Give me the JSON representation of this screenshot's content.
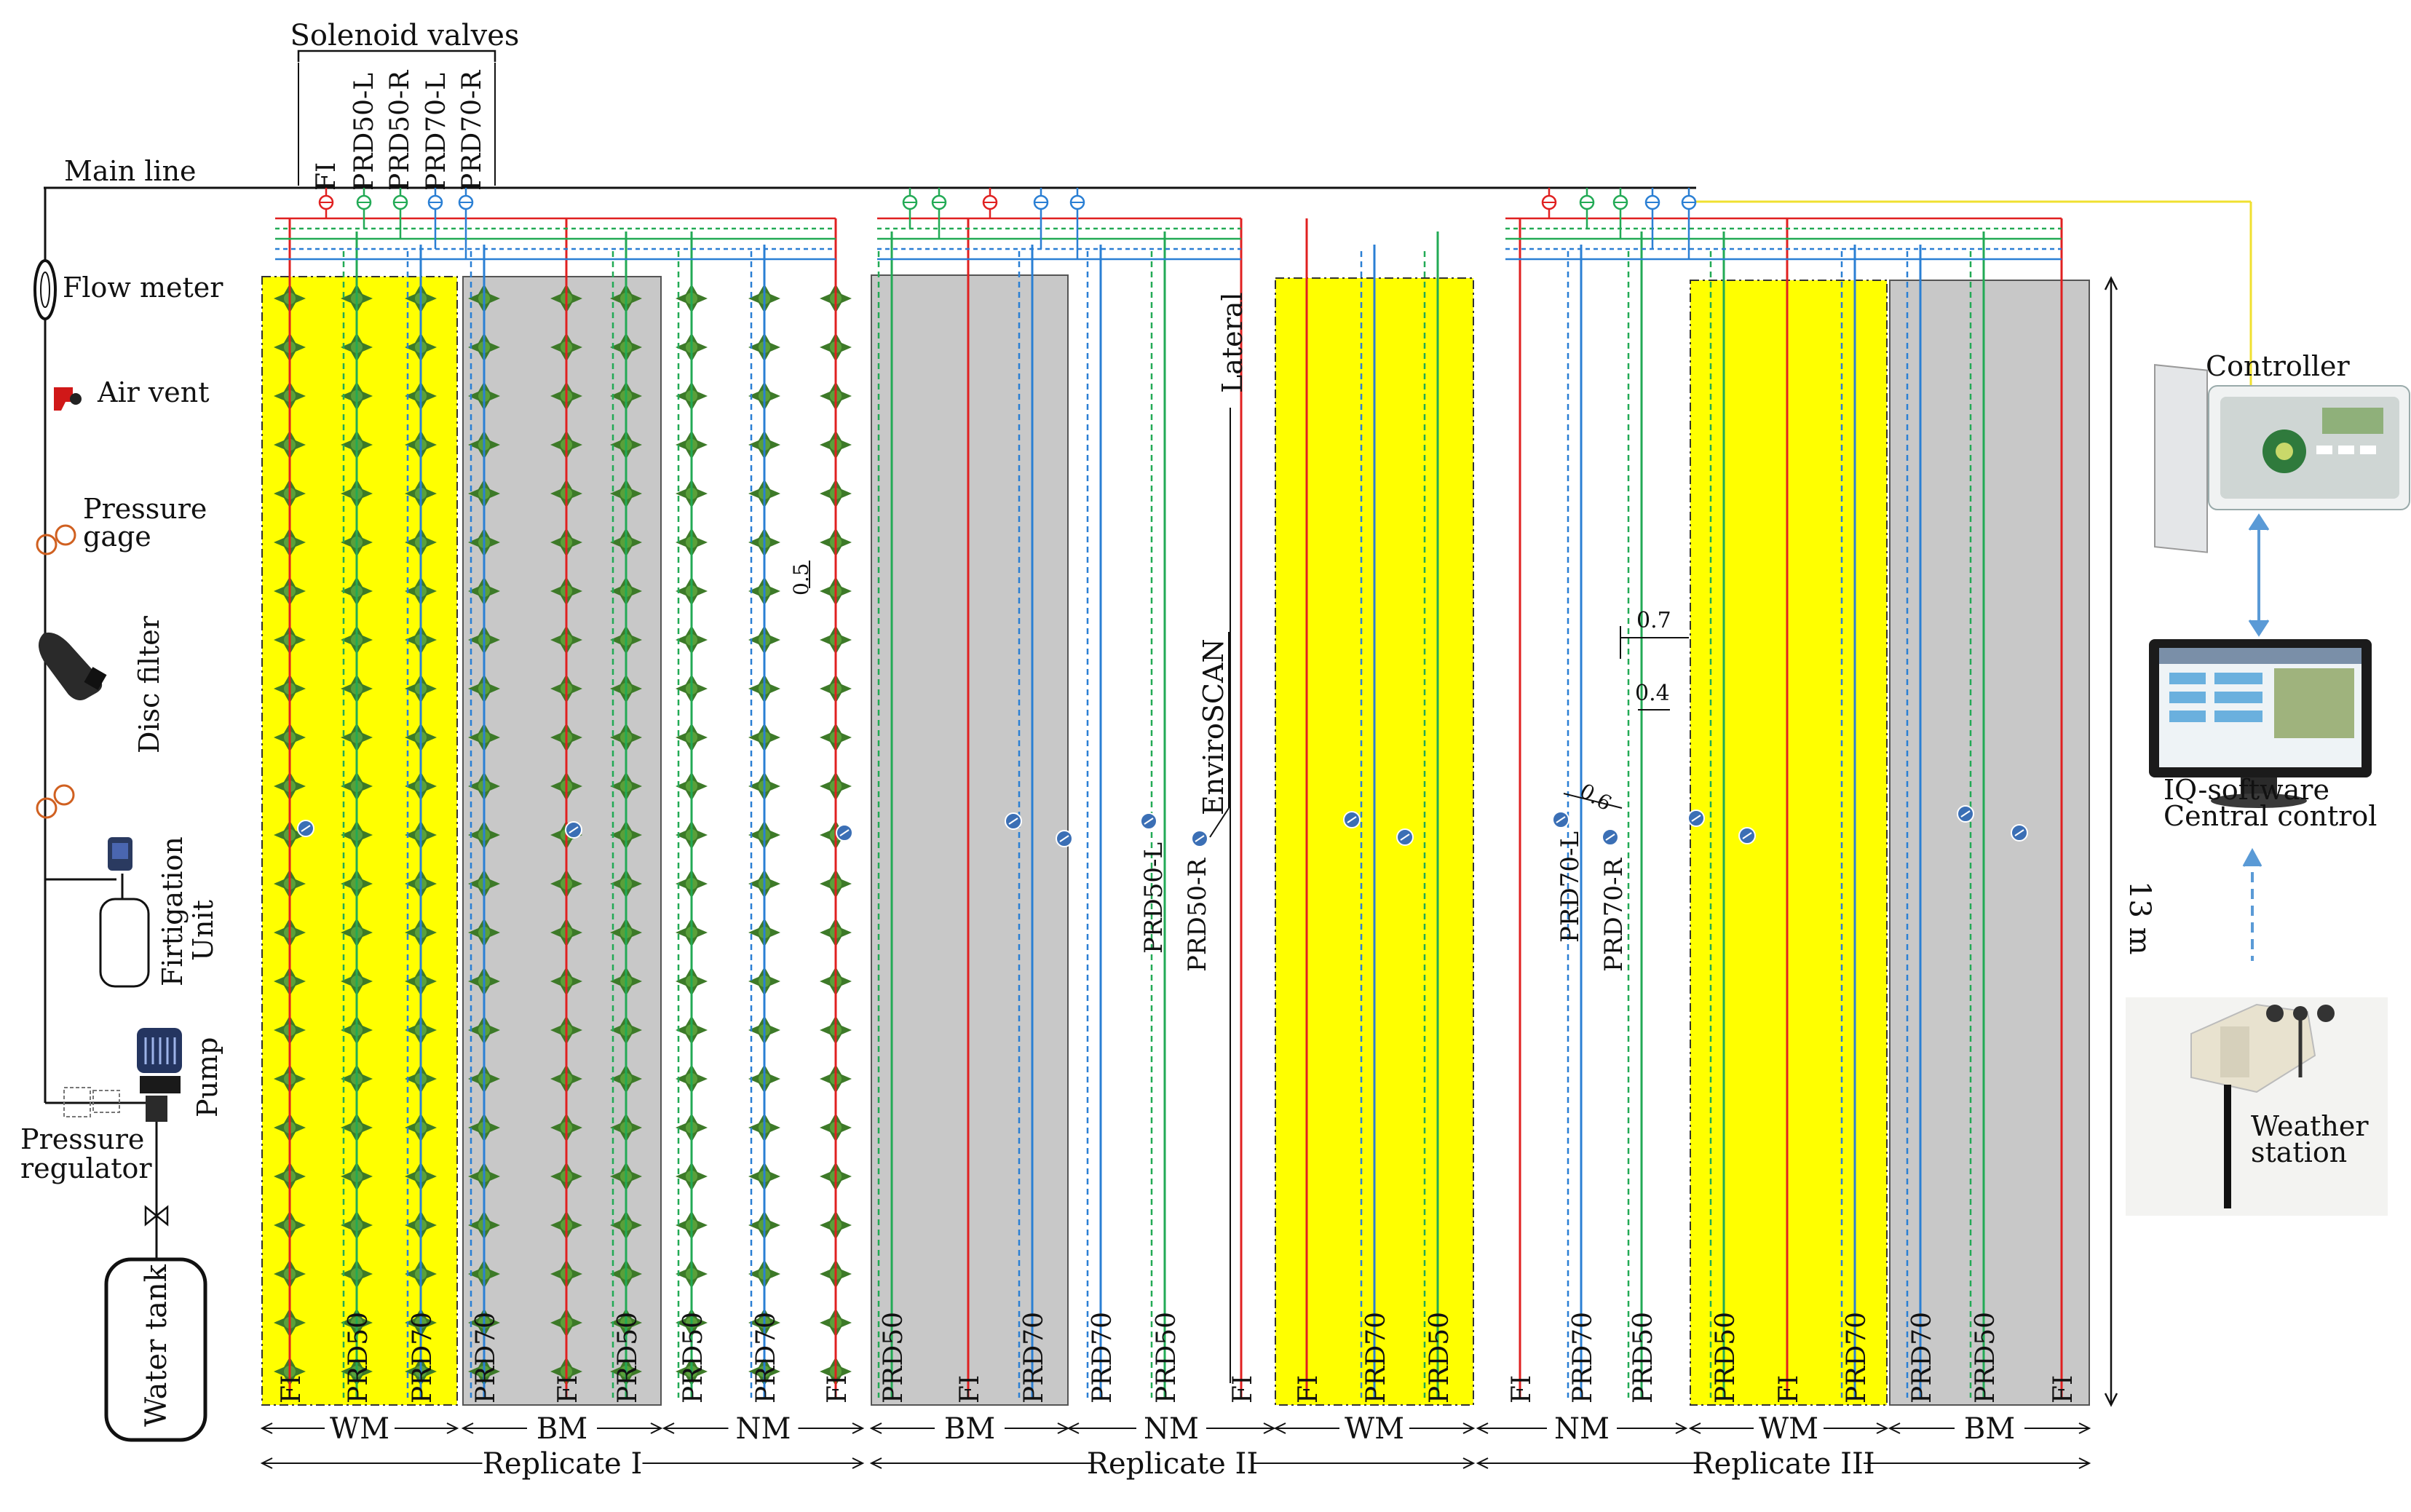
{
  "header": {
    "solenoid_title": "Solenoid valves",
    "valves": [
      "FI",
      "PRD50-L",
      "PRD50-R",
      "PRD70-L",
      "PRD70-R"
    ],
    "main_line": "Main line"
  },
  "left_components": {
    "flow_meter": "Flow meter",
    "air_vent": "Air vent",
    "pressure_gage_1": "Pressure",
    "pressure_gage_2": "gage",
    "disc_filter": "Disc filter",
    "fertigation_1": "Firtigation",
    "fertigation_2": "Unit",
    "pump": "Pump",
    "pressure_regulator_1": "Pressure",
    "pressure_regulator_2": "regulator",
    "water_tank": "Water tank"
  },
  "right_components": {
    "controller": "Controller",
    "software_1": "IQ-software",
    "software_2": "Central control",
    "weather_1": "Weather",
    "weather_2": "station"
  },
  "annotations": {
    "lateral": "Lateral",
    "enviroscan": "EnviroSCAN",
    "dim_05": "0.5",
    "dim_07": "0.7",
    "dim_04": "0.4",
    "dim_06": "0.6",
    "length": "13 m",
    "prd50l": "PRD50-L",
    "prd50r": "PRD50-R",
    "prd70l": "PRD70-L",
    "prd70r": "PRD70-R"
  },
  "plots": {
    "row_labels": [
      "FI",
      "PRD50",
      "PRD70",
      "PRD70",
      "FI",
      "PRD50",
      "PRD50",
      "PRD70",
      "FI",
      "PRD50",
      "FI",
      "PRD70",
      "PRD70",
      "PRD50",
      "FI",
      "FI",
      "PRD70",
      "PRD50",
      "FI",
      "PRD70",
      "PRD50",
      "PRD50",
      "FI",
      "PRD70",
      "PRD70",
      "PRD50",
      "FI"
    ],
    "mulch_labels": [
      "WM",
      "BM",
      "NM",
      "BM",
      "NM",
      "WM",
      "NM",
      "WM",
      "BM"
    ],
    "replicates": [
      "Replicate I",
      "Replicate II",
      "Replicate III"
    ]
  },
  "colors": {
    "white_mulch": "#ffff00",
    "black_mulch": "#c8c8c8",
    "fi_line": "#e02020",
    "prd50_line": "#22aa55",
    "prd70_line": "#2a7fd4",
    "controller_line": "#f0e030",
    "sensor": "#3b6fb5"
  }
}
